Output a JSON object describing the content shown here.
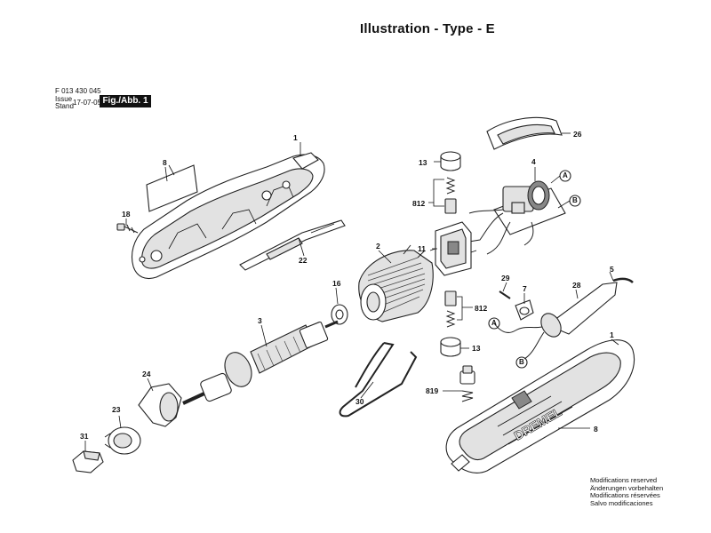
{
  "header": {
    "title": "Illustration - Type - E",
    "doc_number": "F 013 430 045",
    "issue_label": "Issue",
    "stand_label": "Stand",
    "date": "17-07-05",
    "fig_label": "Fig./Abb. 1"
  },
  "brand_text": "DREMEL",
  "parts": {
    "p1": "1",
    "p1b": "1",
    "p2": "2",
    "p3": "3",
    "p4": "4",
    "p5": "5",
    "p7": "7",
    "p8": "8",
    "p8b": "8",
    "p11": "11",
    "p13": "13",
    "p13b": "13",
    "p16": "16",
    "p18": "18",
    "p22": "22",
    "p23": "23",
    "p24": "24",
    "p26": "26",
    "p28": "28",
    "p29": "29",
    "p30": "30",
    "p31": "31",
    "p812": "812",
    "p812b": "812",
    "p819": "819"
  },
  "connectors": {
    "a1": "A",
    "b1": "B",
    "a2": "A",
    "b2": "B"
  },
  "footer": {
    "line1": "Modifications reserved",
    "line2": "Änderungen vorbehalten",
    "line3": "Modifications réservées",
    "line4": "Salvo modificaciones"
  }
}
